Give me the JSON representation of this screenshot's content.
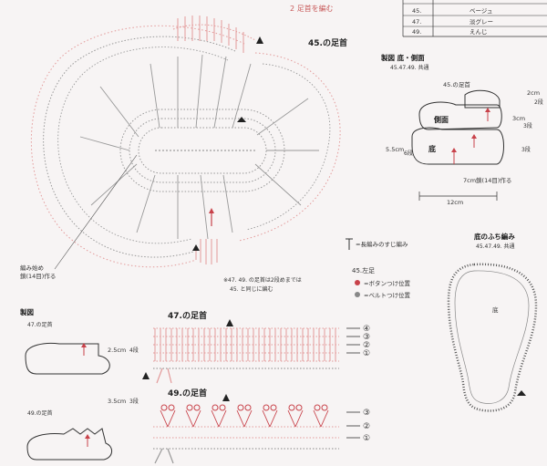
{
  "header": {
    "step_label": "2 足首を編む"
  },
  "color_table": {
    "rows": [
      {
        "no": "45.",
        "color": "ベージュ"
      },
      {
        "no": "47.",
        "color": "淡グレー"
      },
      {
        "no": "49.",
        "color": "えんじ"
      }
    ]
  },
  "main_chart": {
    "ankle_label": "45.の足首",
    "chain_start_note": "編み始め\n鎖(14目)作る",
    "note_47_49": "※47. 49. の足首は2段めまでは",
    "note_47_49_b": "45. と同じに編む"
  },
  "seido_top": {
    "title": "製図 底・側面",
    "subtitle": "45.47.49. 共通",
    "ankle_label": "45.の足首",
    "side_label": "側面",
    "sole_label": "底",
    "dim_2cm": "2cm",
    "dim_2cm_rows": "2段",
    "dim_3cm": "3cm",
    "dim_3cm_rows": "3段",
    "dim_55cm": "5.5cm",
    "dim_55cm_rows": "6段",
    "dim_3_rows": "3段",
    "chain_note": "7cm鎖(14目)作る",
    "dim_12cm": "12cm"
  },
  "legend": {
    "item": "=長編みのすじ編み",
    "title": "45.左足",
    "button_pos": "=ボタンつけ位置",
    "belt_pos": "=ベルトつけ位置"
  },
  "seido_47": {
    "title": "製図",
    "subtitle": "47.の足首",
    "dim": "2.5cm",
    "rows": "4段"
  },
  "seido_49": {
    "subtitle": "49.の足首",
    "dim": "3.5cm",
    "rows": "3段"
  },
  "ankle_47": {
    "title": "47.の足首",
    "row_numbers": [
      "④",
      "③",
      "②",
      "①"
    ]
  },
  "ankle_49": {
    "title": "49.の足首",
    "row_numbers": [
      "③",
      "②",
      "①"
    ]
  },
  "sole_edge": {
    "title": "底のふち編み",
    "subtitle": "45.47.49. 共通",
    "sole_label": "底"
  },
  "colors": {
    "grey": "#888888",
    "pink": "#e39a9a",
    "red": "#c8424a",
    "ink": "#333333"
  }
}
